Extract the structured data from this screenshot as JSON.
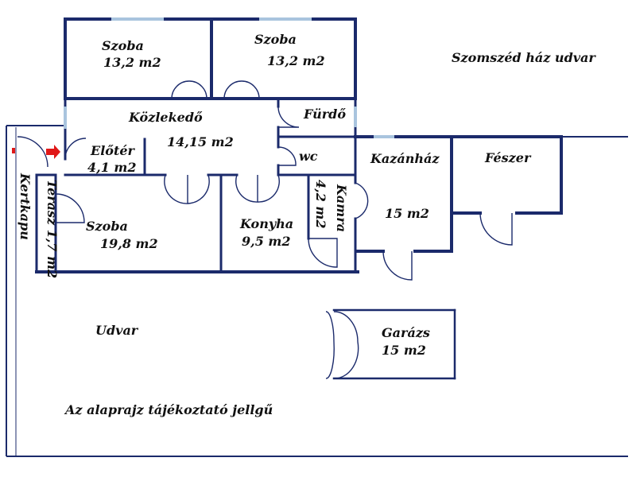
{
  "plan": {
    "rooms": [
      {
        "name": "Szoba",
        "area": "13,2 m2"
      },
      {
        "name": "Szoba",
        "area": "13,2 m2"
      },
      {
        "name": "Közlekedő",
        "area": "14,15 m2"
      },
      {
        "name": "Fürdő"
      },
      {
        "name": "wc"
      },
      {
        "name": "Előtér",
        "area": "4,1 m2"
      },
      {
        "name": "Szoba",
        "area": "19,8 m2"
      },
      {
        "name": "Konyha",
        "area": "9,5 m2"
      },
      {
        "name": "Kamra",
        "area": "4,2 m2"
      },
      {
        "name": "Kazánház",
        "area": "15 m2"
      },
      {
        "name": "Fészer"
      },
      {
        "name": "Garázs",
        "area": "15 m2"
      }
    ],
    "terrace": "Terasz 1,7 m2",
    "gate": "Kertkapu",
    "yard": "Udvar",
    "neighbor": "Szomszéd ház udvar",
    "disclaimer": "Az alaprajz tájékoztató jellgű"
  },
  "colors": {
    "wall": "#1b2a6b",
    "window": "#a9c4de",
    "entrance_arrow": "#e01818"
  }
}
